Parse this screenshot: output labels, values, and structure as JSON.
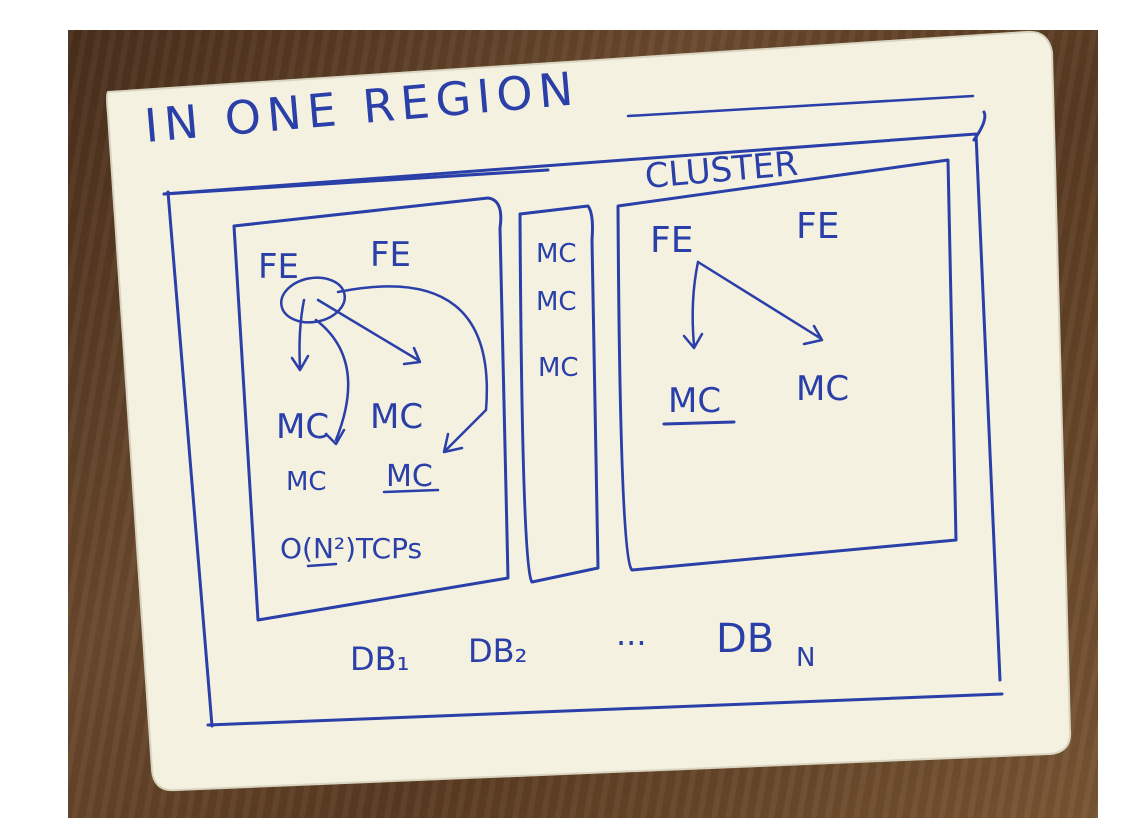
{
  "board": {
    "title": "IN ONE REGION",
    "cluster_label": "CLUSTER",
    "left_box": {
      "fe_left": "FE",
      "fe_right": "FE",
      "mc_left": "MC",
      "mc_right": "MC",
      "mc_bottom_left": "MC",
      "mc_bottom_right": "MC",
      "complexity_note": "O(N²)TCPs"
    },
    "middle_column": {
      "items": [
        "MC",
        "MC",
        "MC"
      ]
    },
    "right_box": {
      "fe_left": "FE",
      "fe_right": "FE",
      "mc_left": "MC",
      "mc_right": "MC"
    },
    "databases": {
      "db1": "DB₁",
      "db2": "DB₂",
      "dots": "···",
      "dbn": "DB",
      "dbn_sub": "N"
    },
    "colors": {
      "ink": "#2a3fa8",
      "board": "#f4f1e1",
      "wood": "#5a3b22"
    }
  }
}
